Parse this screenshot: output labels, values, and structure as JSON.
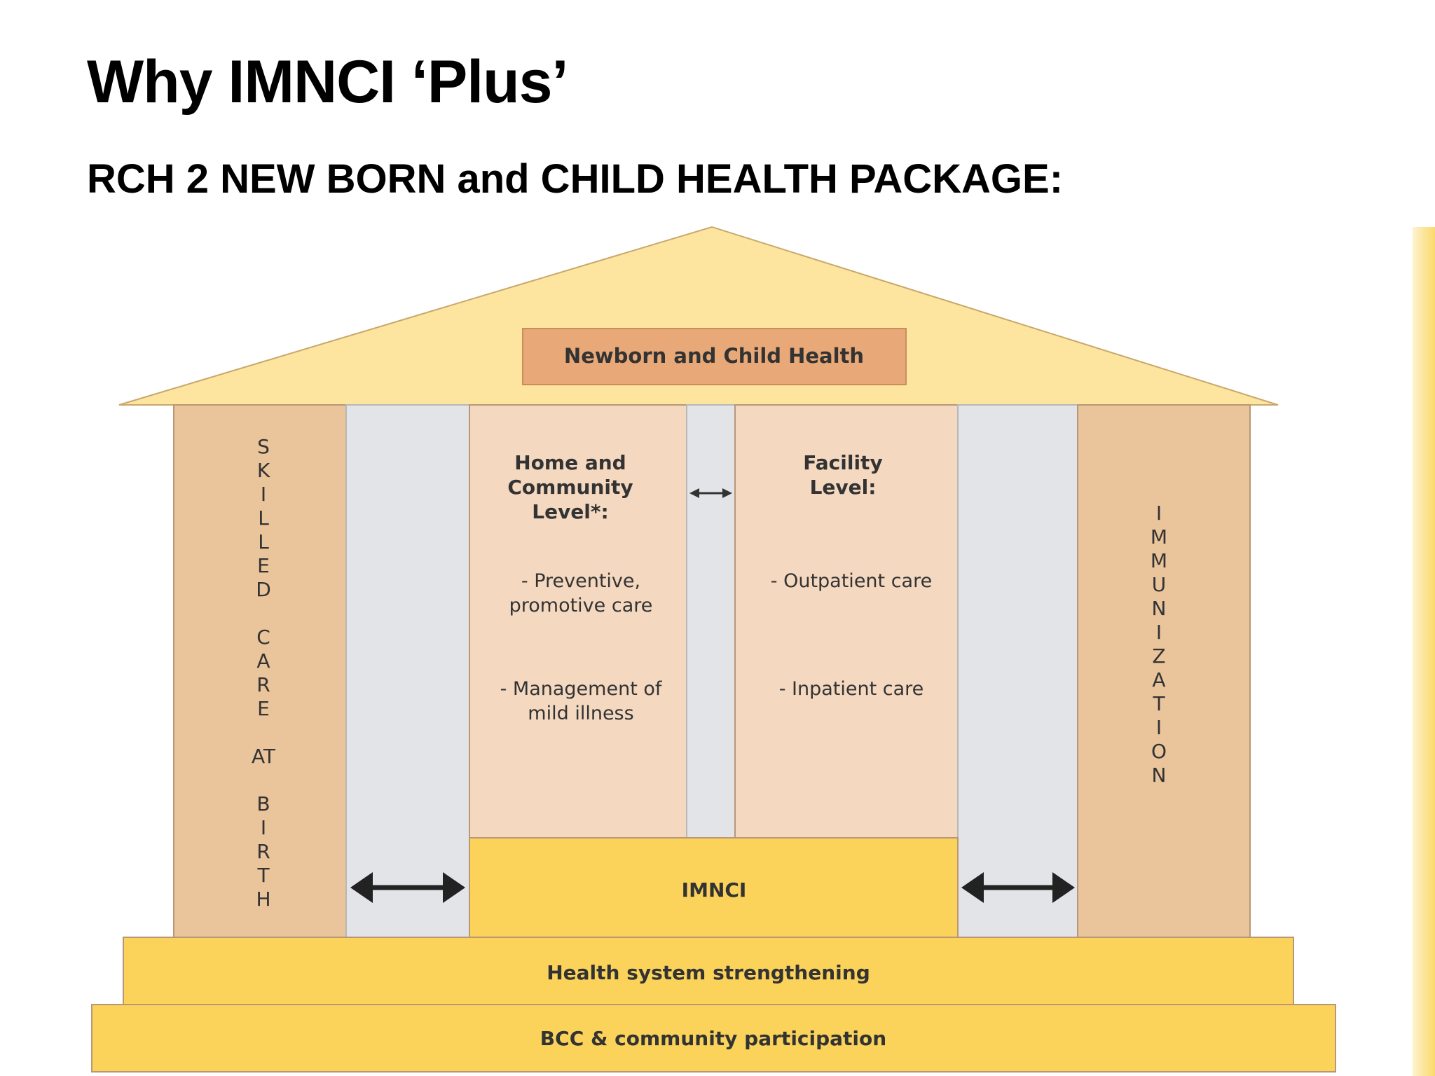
{
  "slide": {
    "title": "Why IMNCI ‘Plus’",
    "subtitle": "RCH 2 NEW BORN and CHILD HEALTH PACKAGE:"
  },
  "diagram": {
    "roof_label": "Newborn and Child Health",
    "left_pillar": [
      "S",
      "K",
      "I",
      "L",
      "L",
      "E",
      "D",
      "",
      "C",
      "A",
      "R",
      "E",
      "",
      "AT",
      "",
      "B",
      "I",
      "R",
      "T",
      "H"
    ],
    "right_pillar": [
      "I",
      "M",
      "M",
      "U",
      "N",
      "I",
      "Z",
      "A",
      "T",
      "I",
      "O",
      "N"
    ],
    "home": {
      "heading": "Home and Community Level*:",
      "item1": "- Preventive, promotive care",
      "item2": "- Management of mild illness"
    },
    "facility": {
      "heading": "Facility Level:",
      "item1": "- Outpatient care",
      "item2": "- Inpatient care"
    },
    "imnci_label": "IMNCI",
    "step1": "Health system strengthening",
    "step2": "BCC & community participation",
    "colors": {
      "roof": "#fde5a0",
      "roof_box": "#e8a877",
      "pillar": "#eac49b",
      "inner": "#f4d8c0",
      "gap": "#e2e4e8",
      "step": "#fbd35a"
    }
  }
}
